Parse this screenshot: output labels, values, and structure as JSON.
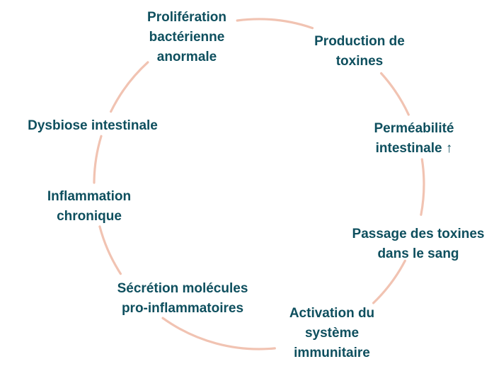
{
  "diagram": {
    "type": "cycle",
    "language": "fr",
    "background_color": "#ffffff",
    "arc_color": "#f1c3b2",
    "text_color": "#0e4f5e",
    "nodes": [
      {
        "id": "proliferation-bacterienne-anormale",
        "label": "Prolifération\nbactérienne\nanormale"
      },
      {
        "id": "production-de-toxines",
        "label": "Production de\ntoxines"
      },
      {
        "id": "permeabilite-intestinale-augmentee",
        "label": "Perméabilité\nintestinale ↑"
      },
      {
        "id": "passage-des-toxines-dans-le-sang",
        "label": "Passage des toxines\ndans le sang"
      },
      {
        "id": "activation-du-systeme-immunitaire",
        "label": "Activation du\nsystème\nimmunitaire"
      },
      {
        "id": "secretion-molecules-pro-inflammatoires",
        "label": "Sécrétion molécules\npro-inflammatoires"
      },
      {
        "id": "inflammation-chronique",
        "label": "Inflammation\nchronique"
      },
      {
        "id": "dysbiose-intestinale",
        "label": "Dysbiose intestinale"
      }
    ]
  }
}
